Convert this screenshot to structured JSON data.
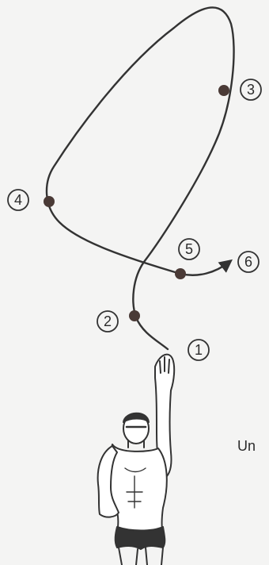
{
  "diagram": {
    "path_color": "#333333",
    "point_color": "#4a3a36",
    "points": [
      {
        "label": "1"
      },
      {
        "label": "2"
      },
      {
        "label": "3"
      },
      {
        "label": "4"
      },
      {
        "label": "5"
      },
      {
        "label": "6"
      }
    ],
    "figure": "swimmer-raising-arm"
  },
  "side_text": "Un"
}
